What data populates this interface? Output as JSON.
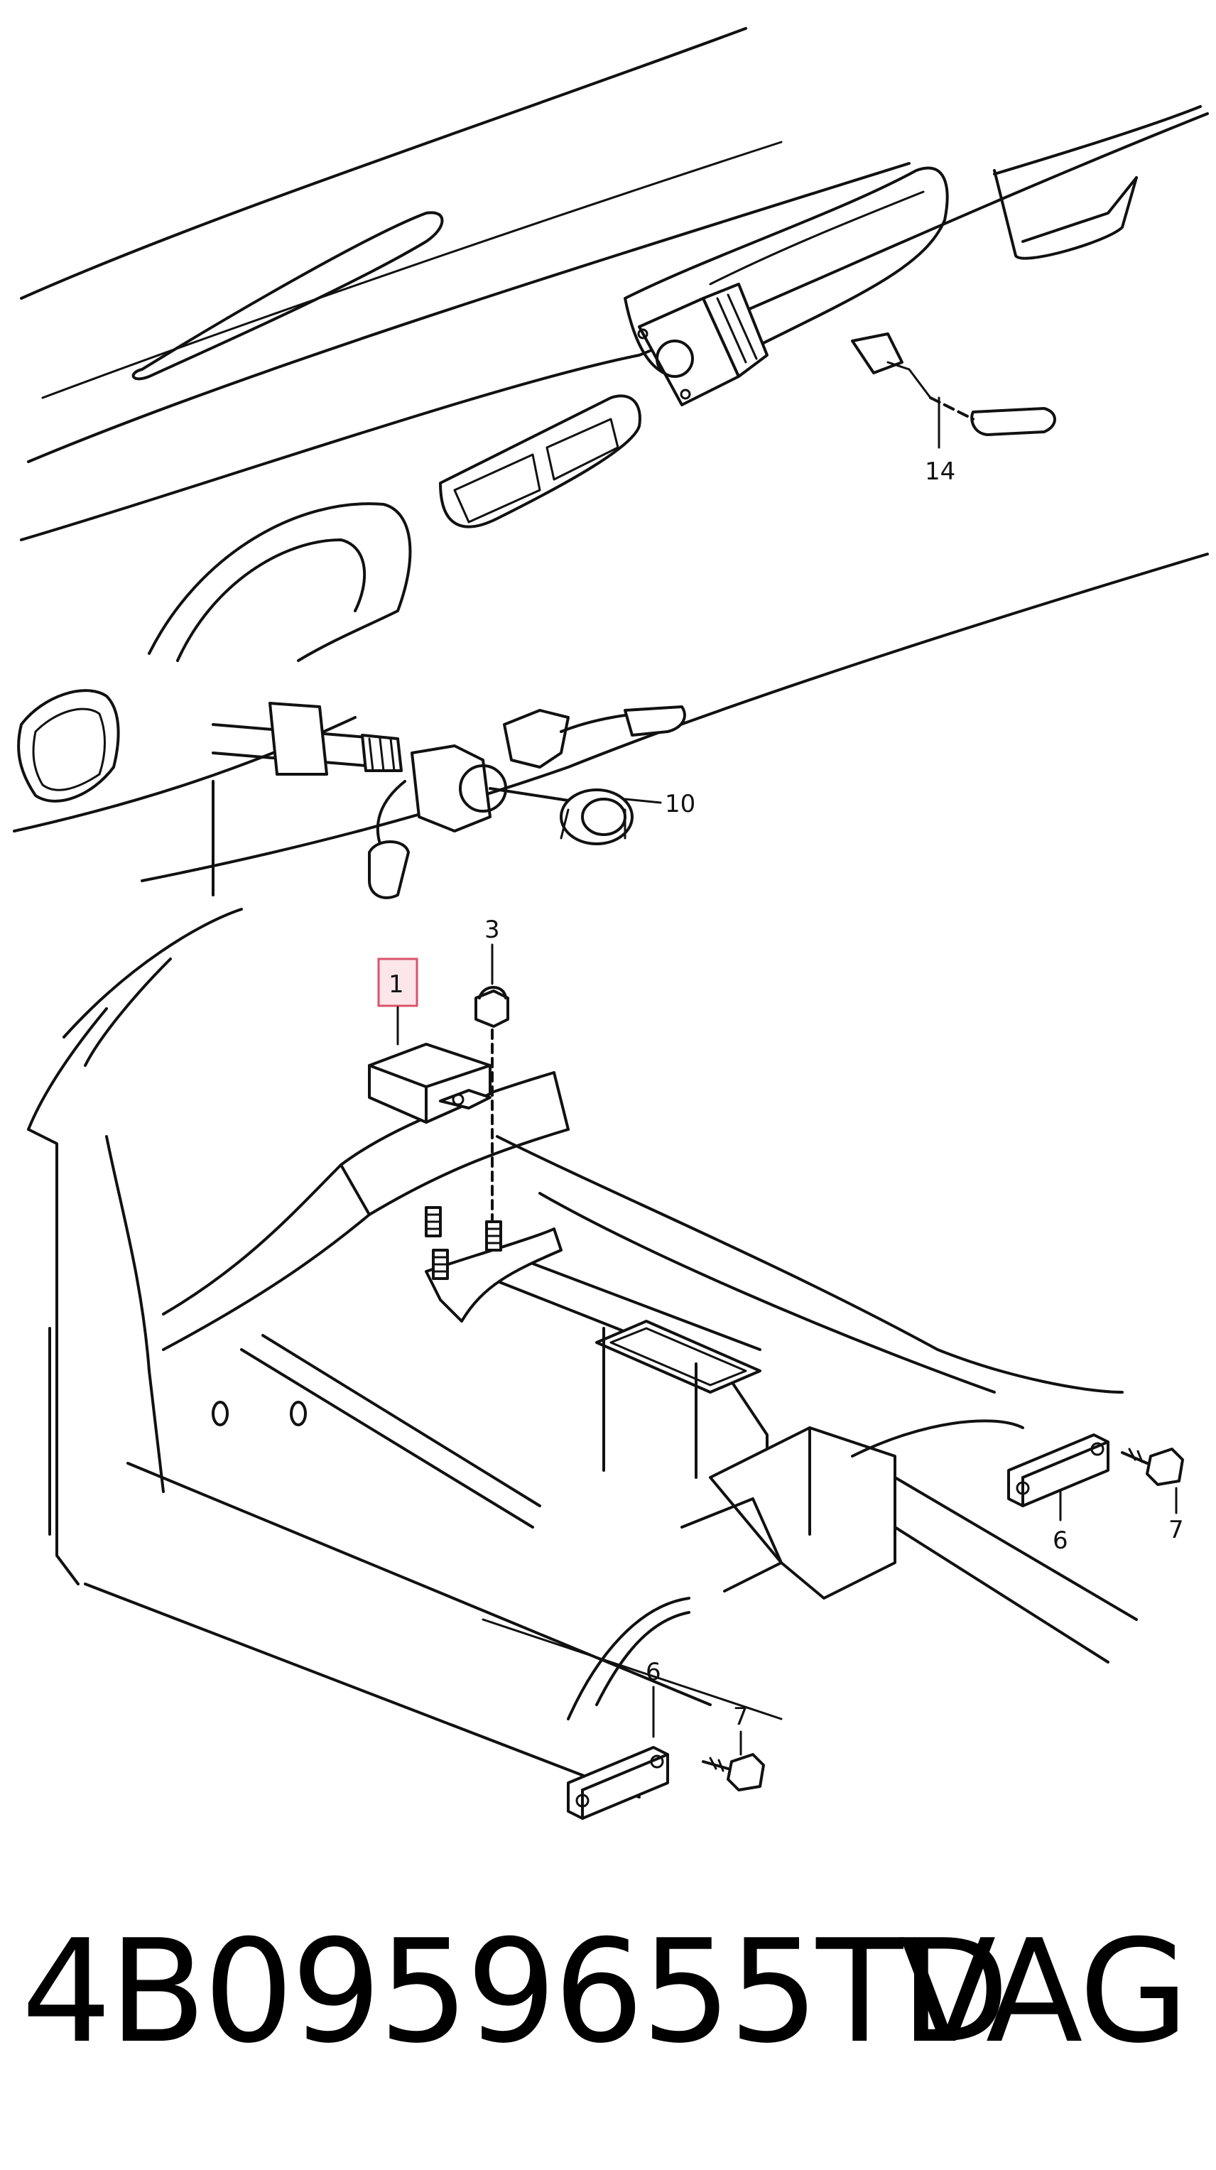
{
  "callouts": [
    {
      "id": "c14",
      "label": "14"
    },
    {
      "id": "c10",
      "label": "10"
    },
    {
      "id": "c3",
      "label": "3"
    },
    {
      "id": "c1",
      "label": "1",
      "highlighted": true
    },
    {
      "id": "c6a",
      "label": "6"
    },
    {
      "id": "c7a",
      "label": "7"
    },
    {
      "id": "c6b",
      "label": "6"
    },
    {
      "id": "c7b",
      "label": "7"
    }
  ],
  "footer": {
    "part_number": "4B0959655TD",
    "brand": "VAG"
  },
  "colors": {
    "line": "#111111",
    "highlight_fill": "#fde6ea",
    "highlight_stroke": "#d9546a",
    "background": "#ffffff"
  }
}
